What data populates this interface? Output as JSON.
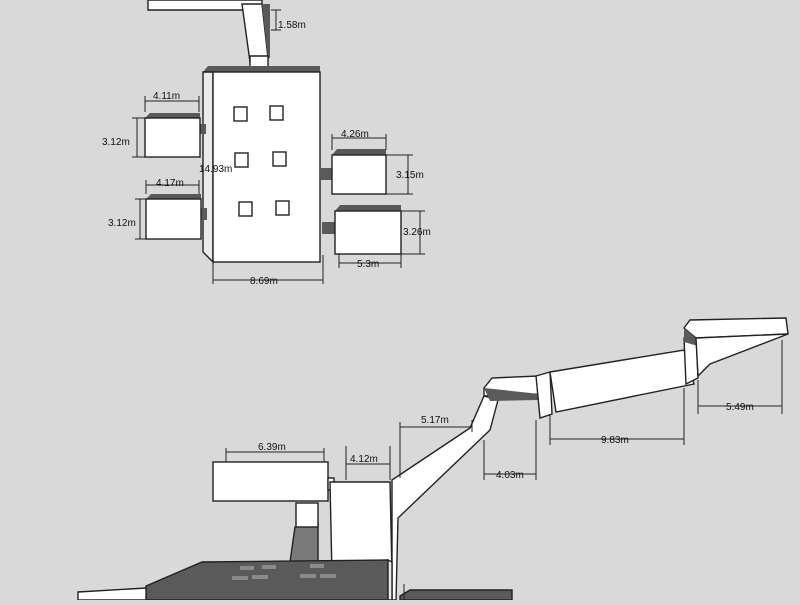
{
  "plan_view": {
    "dimensions": {
      "d_top_connector": "1.58m",
      "d_main_height": "14.93m",
      "d_main_width": "8.69m",
      "d_ul_width": "4.11m",
      "d_ul_height": "3.12m",
      "d_ll_width": "4.17m",
      "d_ll_height": "3.12m",
      "d_ur_width": "4.26m",
      "d_ur_height": "3.15m",
      "d_lr_height": "3.26m",
      "d_lr_width": "5.3m"
    }
  },
  "elevation_view": {
    "dimensions": {
      "d_left_block": "6.39m",
      "d_tower": "4.12m",
      "d_ramp1": "5.17m",
      "d_landing": "4.03m",
      "d_ramp2": "9.83m",
      "d_end": "5.49m"
    }
  },
  "colors": {
    "background": "#d9d9d9",
    "face_light": "#ffffff",
    "face_shade": "#5a5a5a",
    "line": "#222222"
  }
}
